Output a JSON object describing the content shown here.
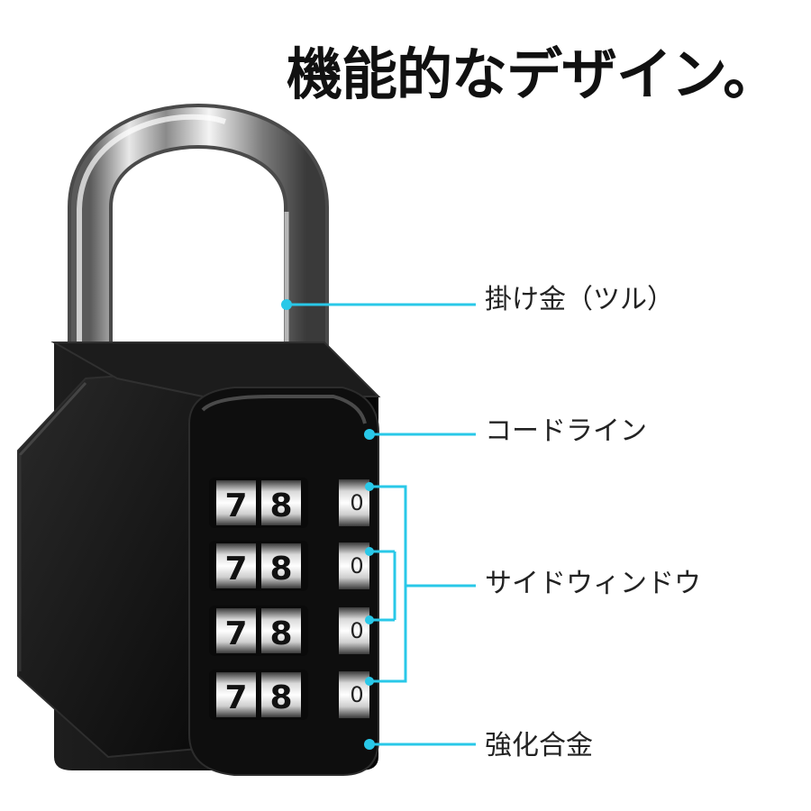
{
  "title": "機能的なデザイン。",
  "labels": {
    "shackle": "掛け金（ツル）",
    "code_line": "コードライン",
    "side_window": "サイドウィンドウ",
    "alloy": "強化合金"
  },
  "dial_digits": [
    [
      "7",
      "8"
    ],
    [
      "7",
      "8"
    ],
    [
      "7",
      "8"
    ],
    [
      "7",
      "8"
    ]
  ],
  "side_digit": "0",
  "colors": {
    "accent": "#29c8e8",
    "lock_body": "#141414",
    "text": "#222222"
  }
}
